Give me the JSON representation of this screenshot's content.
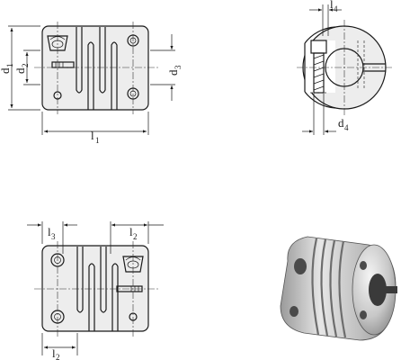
{
  "labels": {
    "l1": {
      "main": "l",
      "sub": "1"
    },
    "l2_top": {
      "main": "l",
      "sub": "2"
    },
    "l2_bottom": {
      "main": "l",
      "sub": "2"
    },
    "l3": {
      "main": "l",
      "sub": "3"
    },
    "l4": {
      "main": "l",
      "sub": "4"
    },
    "d1": {
      "main": "d",
      "sub": "1"
    },
    "d2": {
      "main": "d",
      "sub": "2"
    },
    "d3": {
      "main": "d",
      "sub": "3"
    },
    "d4": {
      "main": "d",
      "sub": "4"
    }
  },
  "colors": {
    "line": "#1a1a1a",
    "fill": "#ededed",
    "metal": "#c8c8c8"
  }
}
